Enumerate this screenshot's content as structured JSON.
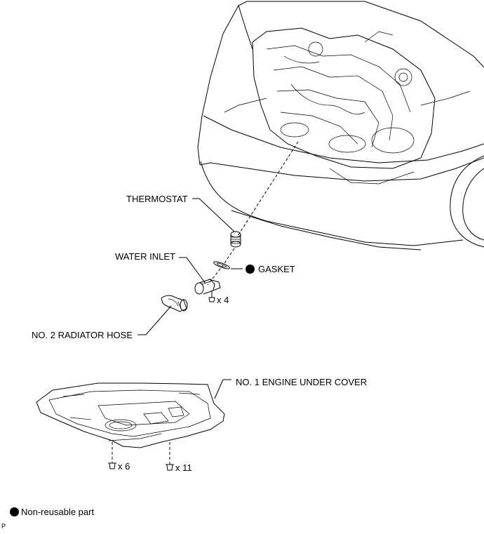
{
  "labels": {
    "thermostat": "THERMOSTAT",
    "water_inlet": "WATER INLET",
    "gasket": "GASKET",
    "water_inlet_bolts": "x 4",
    "radiator_hose": "NO. 2 RADIATOR HOSE",
    "under_cover": "NO. 1 ENGINE UNDER COVER",
    "under_cover_screws": "x 6",
    "under_cover_bolts": "x 11"
  },
  "legend": {
    "non_reusable": "Non-reusable part"
  },
  "corner_mark": "P"
}
